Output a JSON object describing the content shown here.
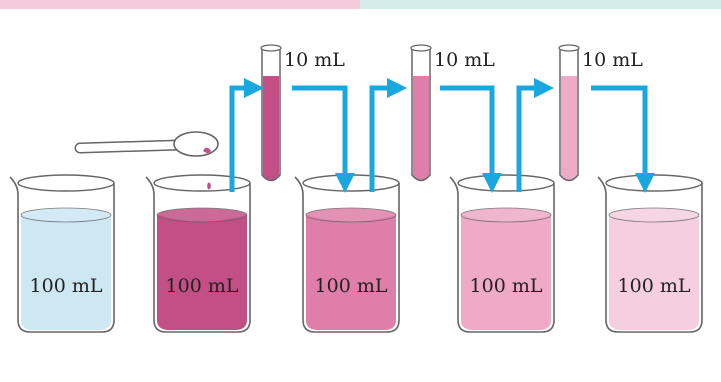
{
  "colors": {
    "water": "#cde7f3",
    "solution_1": "#c24f86",
    "solution_2": "#df7ea8",
    "solution_3": "#eeaac7",
    "solution_4": "#f5cfdf",
    "arrow": "#1aa7df",
    "outline": "#666666",
    "top_band_left": "#f4c9d9",
    "top_band_right": "#d6ecea"
  },
  "beakers": [
    {
      "label": "100 mL",
      "fill": "water"
    },
    {
      "label": "100 mL",
      "fill": "solution_1"
    },
    {
      "label": "100 mL",
      "fill": "solution_2"
    },
    {
      "label": "100 mL",
      "fill": "solution_3"
    },
    {
      "label": "100 mL",
      "fill": "solution_4"
    }
  ],
  "test_tubes": [
    {
      "label": "10 mL",
      "fill": "solution_1"
    },
    {
      "label": "10 mL",
      "fill": "solution_2"
    },
    {
      "label": "10 mL",
      "fill": "solution_3"
    }
  ],
  "spoon_icon": "spoon-icon"
}
